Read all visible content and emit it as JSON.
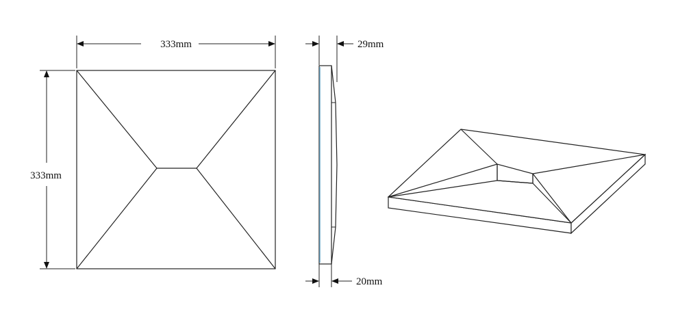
{
  "dimensions": {
    "front_width": "333mm",
    "front_height": "333mm",
    "side_total_thickness": "29mm",
    "side_base_thickness": "20mm"
  },
  "colors": {
    "line": "#222222",
    "background": "#ffffff",
    "accent_edge": "#6fa8c8"
  }
}
